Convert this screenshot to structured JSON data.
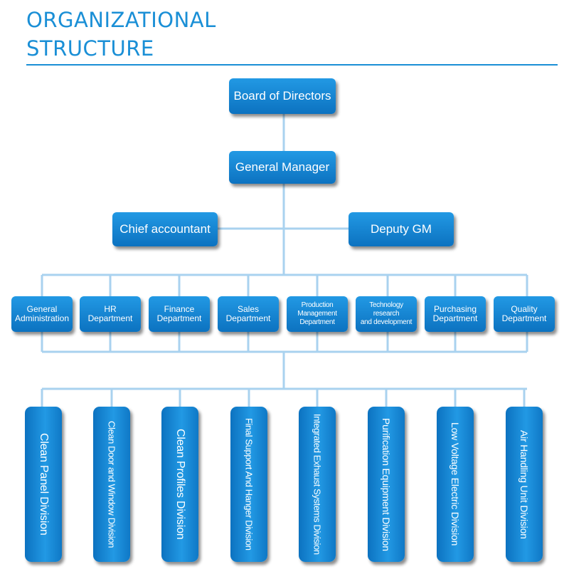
{
  "title": {
    "line1": "ORGANIZATIONAL",
    "line2": "STRUCTURE"
  },
  "board": "Board of Directors",
  "general_manager": "General Manager",
  "chief_accountant": "Chief accountant",
  "deputy_gm": "Deputy GM",
  "departments": [
    {
      "line1": "General",
      "line2": "Administration"
    },
    {
      "line1": "HR Department",
      "line2": ""
    },
    {
      "line1": "Finance",
      "line2": "Department"
    },
    {
      "line1": "Sales",
      "line2": "Department"
    },
    {
      "line1": "Production Management",
      "line2": "Department"
    },
    {
      "line1": "Technology research",
      "line2": "and development"
    },
    {
      "line1": "Purchasing",
      "line2": "Department"
    },
    {
      "line1": "Quality",
      "line2": "Department"
    }
  ],
  "divisions": [
    "Clean Panel Division",
    "Clean Door and Window Division",
    "Clean Profiles Division",
    "Final Support And Hanger Division",
    "Integrated Exhaust Systems Division",
    "Purification Equipment Division",
    "Low Voltage Electric Division",
    "Air Handling Unit Division"
  ],
  "colors": {
    "accent": "#1a8fd6",
    "box": "#1584d6",
    "connector": "#a9d2ef"
  }
}
